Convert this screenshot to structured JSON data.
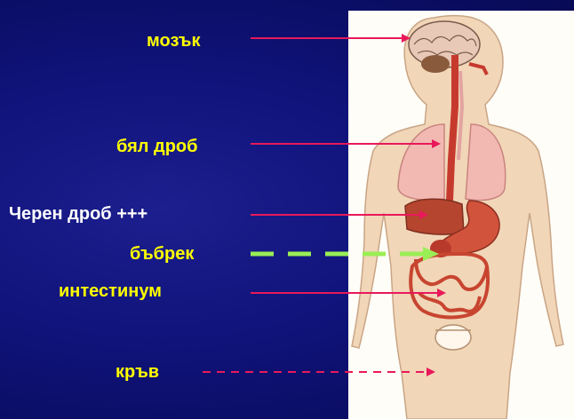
{
  "labels": {
    "brain": "мозък",
    "lung": "бял дроб",
    "liver": "Черен дроб +++",
    "kidney": "бъбрек",
    "intestine": "интестинум",
    "blood": "кръв"
  },
  "colors": {
    "background": "#10137a",
    "label_yellow": "#ffff00",
    "label_white": "#ffffff",
    "arrow_pink": "#e8195a",
    "arrow_green": "#99ee55"
  }
}
